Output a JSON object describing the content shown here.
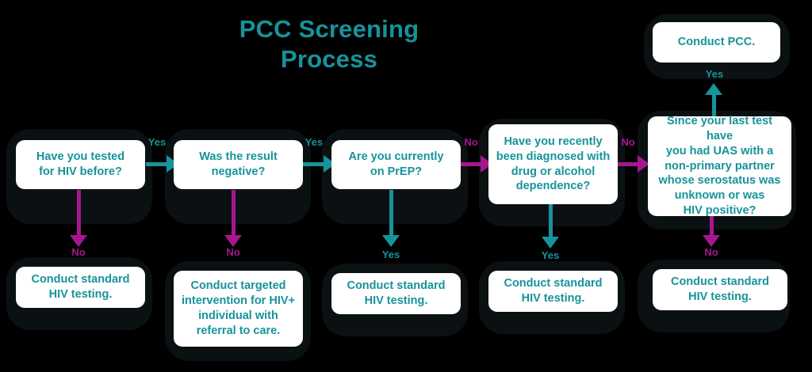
{
  "title": "PCC Screening\nProcess",
  "colors": {
    "background": "#000000",
    "shadow": "#0b1012",
    "card": "#ffffff",
    "teal": "#17939b",
    "magenta": "#a6178f"
  },
  "chart_data": {
    "type": "diagram",
    "title": "PCC Screening Process",
    "nodes": [
      {
        "id": "q1",
        "kind": "decision",
        "text": "Have you tested\nfor HIV before?"
      },
      {
        "id": "q2",
        "kind": "decision",
        "text": "Was the result\nnegative?"
      },
      {
        "id": "q3",
        "kind": "decision",
        "text": "Are you currently\non PrEP?"
      },
      {
        "id": "q4",
        "kind": "decision",
        "text": "Have you recently\nbeen diagnosed with\ndrug or alcohol\ndependence?"
      },
      {
        "id": "q5",
        "kind": "decision",
        "text": "Since your last test have\nyou had UAS with a\nnon-primary partner\nwhose serostatus was\nunknown or was\nHIV positive?"
      },
      {
        "id": "t1",
        "kind": "terminal",
        "text": "Conduct standard\nHIV testing."
      },
      {
        "id": "t2",
        "kind": "terminal",
        "text": "Conduct targeted\nintervention for HIV+\nindividual with\nreferral to care."
      },
      {
        "id": "t3",
        "kind": "terminal",
        "text": "Conduct standard\nHIV testing."
      },
      {
        "id": "t4",
        "kind": "terminal",
        "text": "Conduct standard\nHIV testing."
      },
      {
        "id": "t5",
        "kind": "terminal",
        "text": "Conduct standard\nHIV testing."
      },
      {
        "id": "pcc",
        "kind": "terminal",
        "text": "Conduct PCC."
      }
    ],
    "edges": [
      {
        "from": "q1",
        "to": "q2",
        "label": "Yes",
        "color": "#17939b",
        "direction": "right"
      },
      {
        "from": "q1",
        "to": "t1",
        "label": "No",
        "color": "#a6178f",
        "direction": "down"
      },
      {
        "from": "q2",
        "to": "q3",
        "label": "Yes",
        "color": "#17939b",
        "direction": "right"
      },
      {
        "from": "q2",
        "to": "t2",
        "label": "No",
        "color": "#a6178f",
        "direction": "down"
      },
      {
        "from": "q3",
        "to": "q4",
        "label": "No",
        "color": "#a6178f",
        "direction": "right"
      },
      {
        "from": "q3",
        "to": "t3",
        "label": "Yes",
        "color": "#17939b",
        "direction": "down"
      },
      {
        "from": "q4",
        "to": "q5",
        "label": "No",
        "color": "#a6178f",
        "direction": "right"
      },
      {
        "from": "q4",
        "to": "t4",
        "label": "Yes",
        "color": "#17939b",
        "direction": "down"
      },
      {
        "from": "q5",
        "to": "pcc",
        "label": "Yes",
        "color": "#17939b",
        "direction": "up"
      },
      {
        "from": "q5",
        "to": "t5",
        "label": "No",
        "color": "#a6178f",
        "direction": "down"
      }
    ]
  },
  "labels": {
    "e1": "Yes",
    "e2": "No",
    "e3": "Yes",
    "e4": "No",
    "e5": "No",
    "e6": "Yes",
    "e7": "No",
    "e8": "Yes",
    "e9": "Yes",
    "e10": "No"
  }
}
